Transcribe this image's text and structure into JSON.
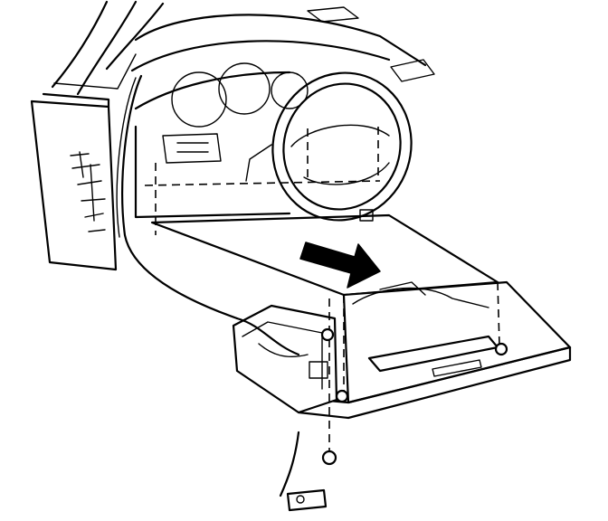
{
  "diagram": {
    "components": [
      {
        "id": "a-pillar",
        "label": ""
      },
      {
        "id": "instrument-panel",
        "label": ""
      },
      {
        "id": "steering-wheel",
        "label": ""
      },
      {
        "id": "knee-bolster",
        "label": ""
      },
      {
        "id": "wiring-harness",
        "label": ""
      },
      {
        "id": "bracket",
        "label": ""
      },
      {
        "id": "fasteners",
        "label": ""
      }
    ],
    "arrow": {
      "direction": "removal",
      "icon": "direction-arrow-icon"
    },
    "colors": {
      "ink": "#000000",
      "paper": "#ffffff"
    }
  }
}
